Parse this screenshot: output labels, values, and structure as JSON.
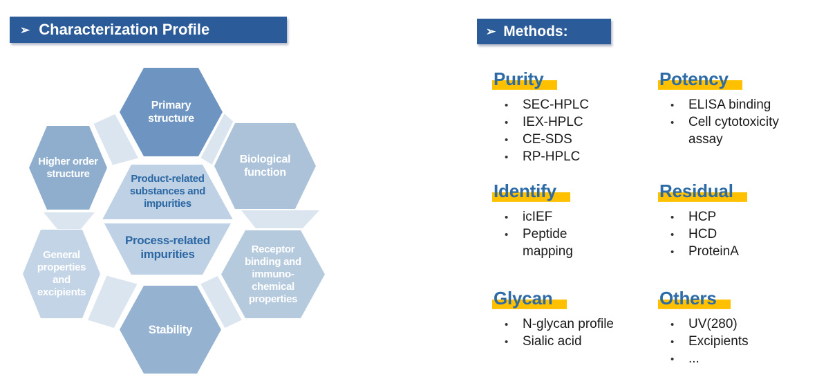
{
  "left_panel": {
    "arrow": "➢",
    "title": "Characterization Profile"
  },
  "diagram": {
    "colors": {
      "bar": "#2b5b98",
      "primary": "#6e95c1",
      "higher_order": "#8fadcc",
      "biological": "#abc2d9",
      "center": "#bfd1e4",
      "general": "#c3d4e6",
      "receptor": "#b6cade",
      "stability": "#95b3d1",
      "fragment": "#dbe5f0",
      "hex_label_text": "#ffffff",
      "center_label_text": "#2a67a3",
      "divider": "#ffffff"
    },
    "hexagons": {
      "primary": {
        "label": "Primary\nstructure"
      },
      "higher_order": {
        "label": "Higher order\nstructure"
      },
      "biological": {
        "label": "Biological\nfunction"
      },
      "center_top": {
        "label": "Product-related\nsubstances and\nimpurities"
      },
      "center_bottom": {
        "label": "Process-related\nimpurities"
      },
      "general": {
        "label": "General\nproperties\nand\nexcipients"
      },
      "receptor": {
        "label": "Receptor\nbinding and\nimmuno-\nchemical\nproperties"
      },
      "stability": {
        "label": "Stability"
      }
    }
  },
  "methods_panel": {
    "arrow": "➢",
    "title": "Methods:",
    "heading_color": "#2c6ba6",
    "highlight_color": "#ffc000",
    "sections": [
      {
        "heading": "Purity",
        "items": [
          "SEC-HPLC",
          "IEX-HPLC",
          "CE-SDS",
          "RP-HPLC"
        ]
      },
      {
        "heading": "Potency",
        "items": [
          "ELISA binding",
          "Cell cytotoxicity\nassay"
        ]
      },
      {
        "heading": "Identify",
        "items": [
          "icIEF",
          "Peptide\nmapping"
        ]
      },
      {
        "heading": "Residual",
        "items": [
          "HCP",
          "HCD",
          "ProteinA"
        ]
      },
      {
        "heading": "Glycan",
        "items": [
          "N-glycan profile",
          "Sialic acid"
        ]
      },
      {
        "heading": "Others",
        "items": [
          "UV(280)",
          "Excipients",
          "..."
        ]
      }
    ]
  }
}
